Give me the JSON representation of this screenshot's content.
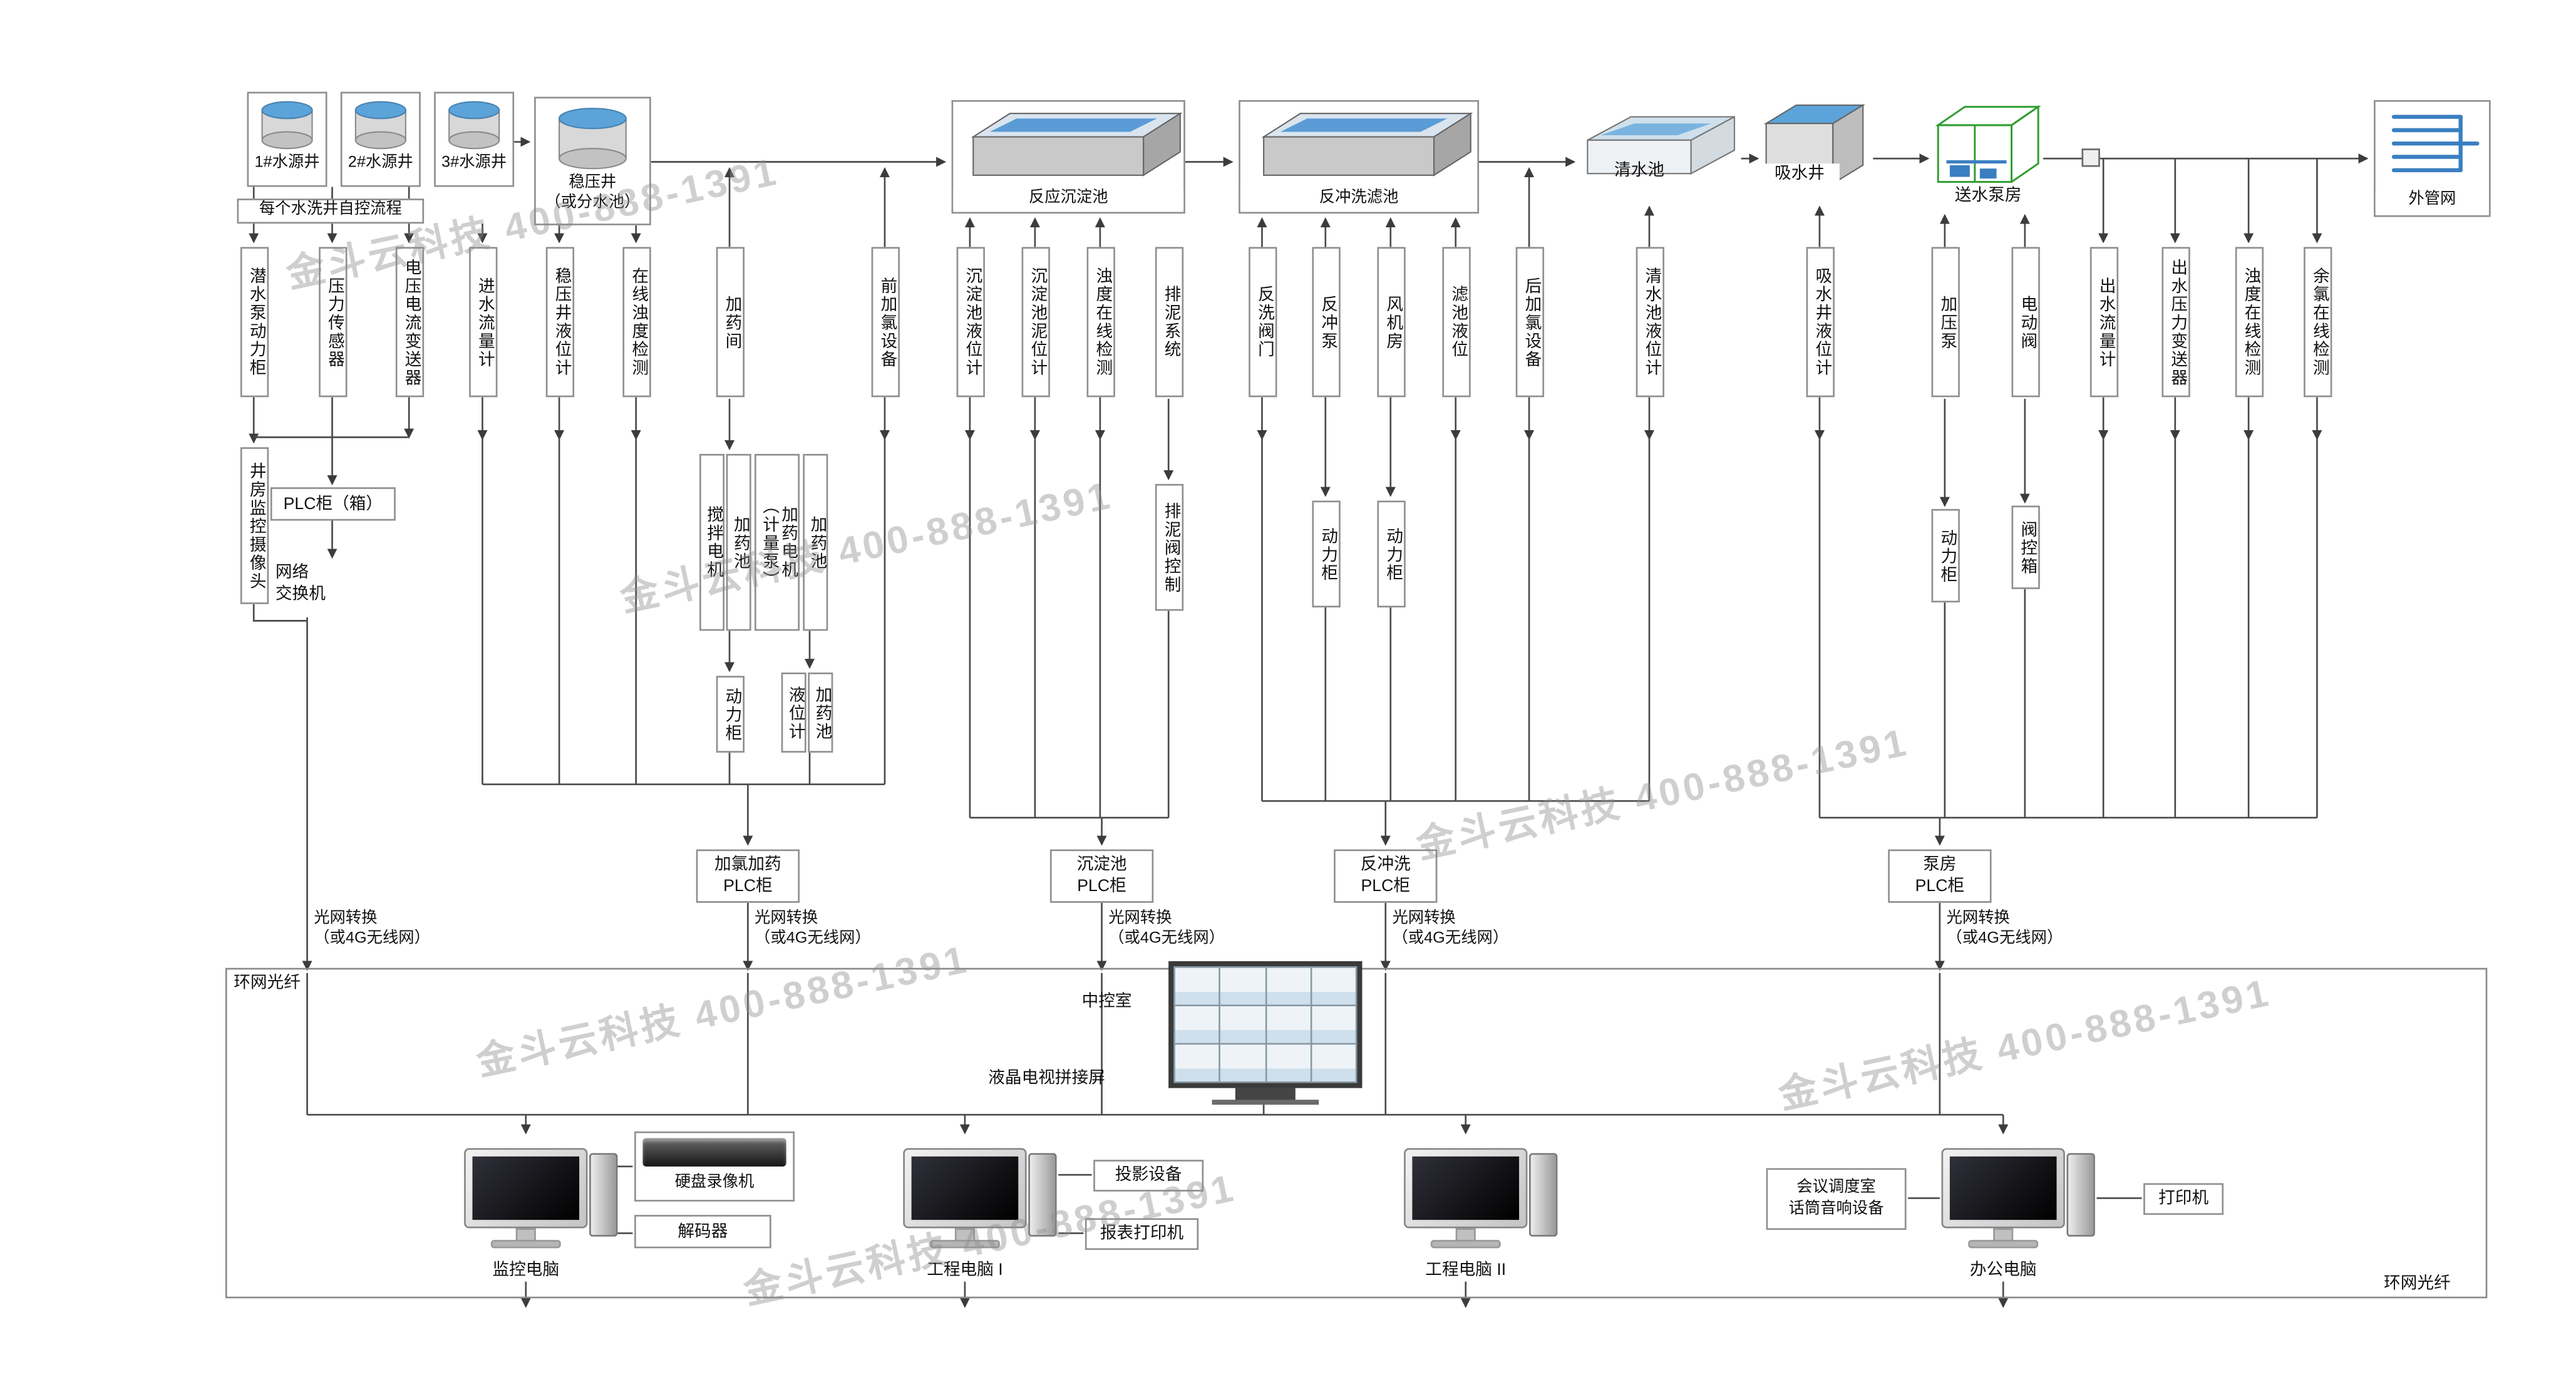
{
  "watermark": {
    "text": "金斗云科技 400-888-1391"
  },
  "colors": {
    "water_blue": "#5b9bd5",
    "pipe_blue": "#3a7fc1",
    "frame_green": "#2f9e2f",
    "line_gray": "#4a4a4a",
    "watermark_gray": "#8e8e8e"
  },
  "topflow": {
    "wells": [
      {
        "label": "1#水源井"
      },
      {
        "label": "2#水源井"
      },
      {
        "label": "3#水源井"
      }
    ],
    "stab_well": "稳压井\n（或分水池）",
    "well_note": "每个水洗井自控流程",
    "reaction_tank": "反应沉淀池",
    "backwash_filter": "反冲洗滤池",
    "clear_pool": "清水池",
    "suction_well": "吸水井",
    "pump_house": "送水泵房",
    "external_network": "外管网"
  },
  "sensors": [
    {
      "label": "潜水泵动力柜"
    },
    {
      "label": "压力传感器"
    },
    {
      "label": "电压电流变送器"
    },
    {
      "label": "进水流量计"
    },
    {
      "label": "稳压井液位计"
    },
    {
      "label": "在线浊度检测"
    },
    {
      "label": "加药间"
    },
    {
      "label": "前加氯设备"
    },
    {
      "label": "沉淀池液位计"
    },
    {
      "label": "沉淀池泥位计"
    },
    {
      "label": "浊度在线检测"
    },
    {
      "label": "排泥系统"
    },
    {
      "label": "反洗阀门"
    },
    {
      "label": "反冲泵"
    },
    {
      "label": "风机房"
    },
    {
      "label": "滤池液位"
    },
    {
      "label": "后加氯设备"
    },
    {
      "label": "清水池液位计"
    },
    {
      "label": "吸水井液位计"
    },
    {
      "label": "加压泵"
    },
    {
      "label": "电动阀"
    },
    {
      "label": "出水流量计"
    },
    {
      "label": "出水压力变送器"
    },
    {
      "label": "浊度在线检测"
    },
    {
      "label": "余氯在线检测"
    }
  ],
  "mid": {
    "camera": "井房监控摄像头",
    "plc_box": "PLC柜（箱）",
    "network_switch": "网络\n交换机",
    "mixer_motor": "搅拌电机",
    "dosing_pool_1": "加药池",
    "dosing_motor": "加药电机\n（计量泵）",
    "dosing_pool_2": "加药池",
    "power_cab_dosing": "动力柜",
    "level_meter": "液位计",
    "dosing_pool_3": "加药池",
    "mud_valve_ctrl": "排泥阀控制",
    "power_cab_backwash": "动力柜",
    "power_cab_fan": "动力柜",
    "power_cab_pressure": "动力柜",
    "valve_ctrl_box": "阀控箱"
  },
  "plc": {
    "dosing": "加氯加药\nPLC柜",
    "sediment": "沉淀池\nPLC柜",
    "backwash": "反冲洗\nPLC柜",
    "pump": "泵房\nPLC柜"
  },
  "net_label": "光网转换\n（或4G无线网）",
  "control_room": {
    "ring_fiber": "环网光纤",
    "center_label": "中控室",
    "video_wall_label": "液晶电视拼接屏",
    "computers": [
      {
        "label": "监控电脑"
      },
      {
        "label": "工程电脑 I"
      },
      {
        "label": "工程电脑 II"
      },
      {
        "label": "办公电脑"
      }
    ],
    "dvr": "硬盘录像机",
    "decoder": "解码器",
    "projector": "投影设备",
    "report_printer": "报表打印机",
    "conference": "会议调度室\n话筒音响设备",
    "printer": "打印机"
  }
}
